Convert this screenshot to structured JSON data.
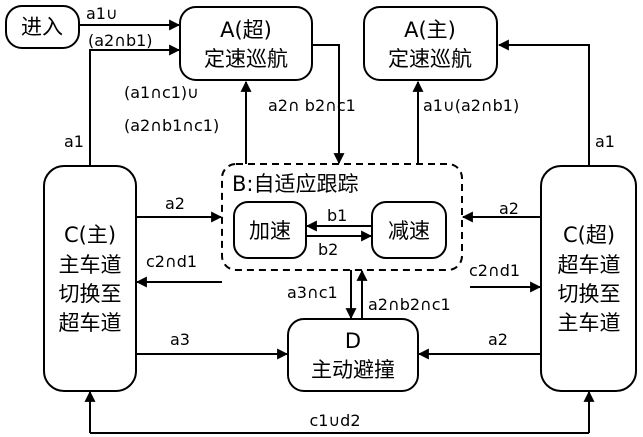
{
  "nodes": {
    "enter": {
      "label": "进入"
    },
    "a_super": {
      "lines": [
        "A(超)",
        "定速巡航"
      ]
    },
    "a_main": {
      "lines": [
        "A(主)",
        "定速巡航"
      ]
    },
    "b": {
      "label": "B:自适应跟踪"
    },
    "accel": {
      "label": "加速"
    },
    "decel": {
      "label": "减速"
    },
    "c_main": {
      "lines": [
        "C(主)",
        "主车道",
        "切换至",
        "超车道"
      ]
    },
    "c_super": {
      "lines": [
        "C(超)",
        "超车道",
        "切换至",
        "主车道"
      ]
    },
    "d": {
      "lines": [
        "D",
        "主动避撞"
      ]
    }
  },
  "edges": {
    "enter_to_a_super_l1": "a1∪",
    "enter_to_a_super_l2": "(a2∩b1)",
    "b_to_a_super_l1": "(a1∩c1)∪",
    "b_to_a_super_l2": "(a2∩b1∩c1)",
    "a_super_to_b": "a2∩ b2∩c1",
    "b_to_a_main": "a1∪(a2∩b1)",
    "c_main_to_a_super": "a1",
    "c_super_to_a_main": "a1",
    "c_main_to_b": "a2",
    "b_to_c_main": "c2∩d1",
    "c_super_to_b": "a2",
    "b_to_c_super": "c2∩d1",
    "decel_to_accel": "b1",
    "accel_to_decel": "b2",
    "b_to_d": "a3∩c1",
    "d_to_b": "a2∩b2∩c1",
    "c_main_to_d": "a3",
    "c_super_to_d": "a2",
    "bottom_loop": "c1∪d2"
  }
}
